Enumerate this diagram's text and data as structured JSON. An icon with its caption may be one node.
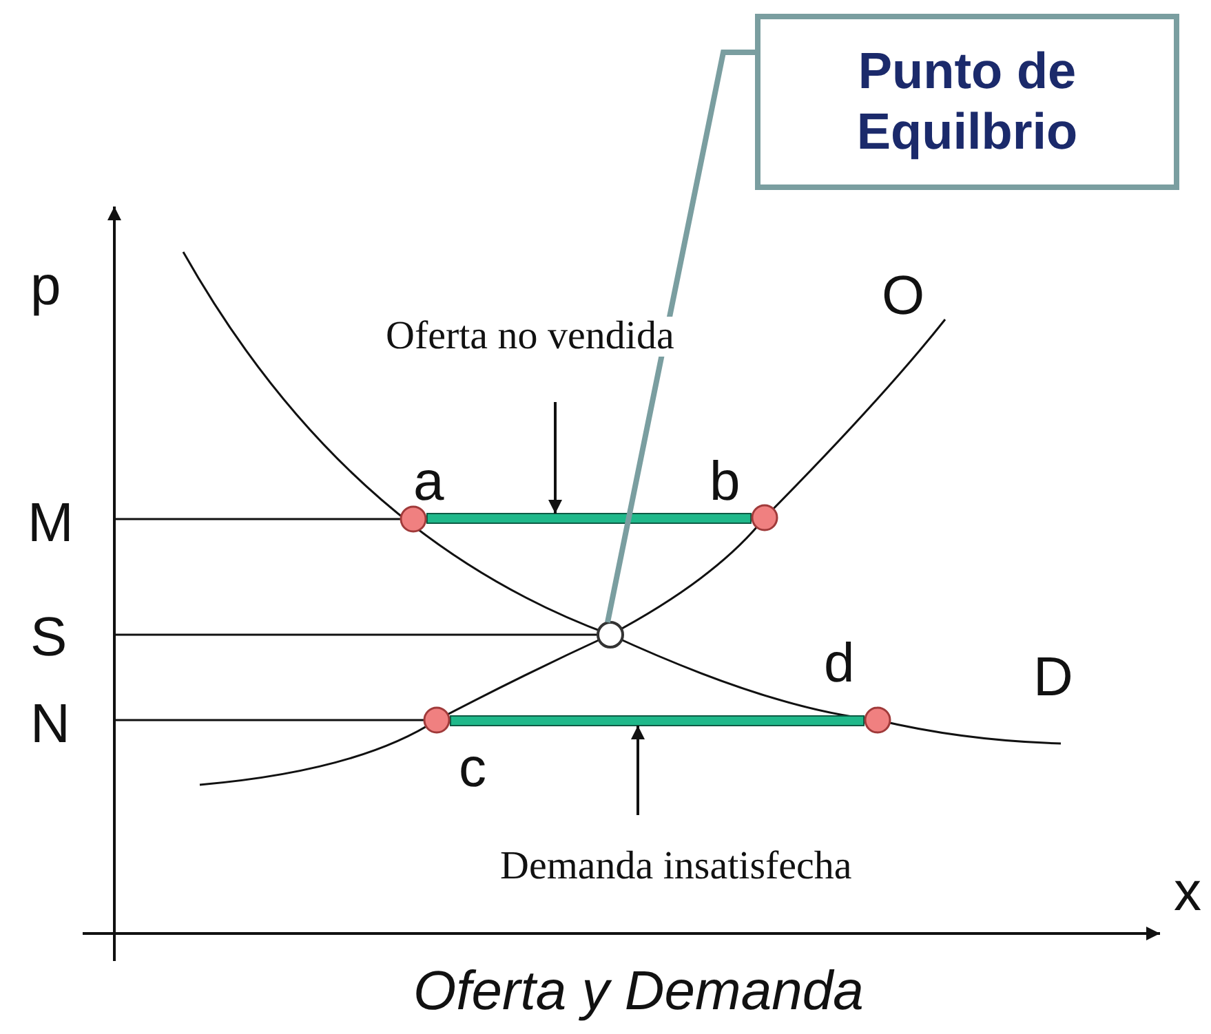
{
  "diagram": {
    "caption": "Oferta y Demanda",
    "nodes": [
      {
        "text": [
          "Punto de Equilbrio"
        ]
      },
      {
        "text": [],
        "shape": "circle"
      },
      {
        "text": [
          "Oferta no vendida"
        ]
      },
      {
        "text": [],
        "shape": "bar"
      },
      {
        "text": [
          "Demanda insatisfecha"
        ]
      },
      {
        "text": [],
        "shape": "bar"
      }
    ],
    "edges": [
      {
        "from": 0,
        "to": 1,
        "arrow": "none",
        "style": "thick",
        "color": "#7a9ea0"
      },
      {
        "from": 2,
        "to": 3,
        "arrow": "to"
      },
      {
        "from": 4,
        "to": 5,
        "arrow": "to"
      }
    ],
    "labels": [
      "p",
      "O",
      "a",
      "b",
      "M",
      "S",
      "d",
      "D",
      "N",
      "c",
      "x"
    ]
  }
}
